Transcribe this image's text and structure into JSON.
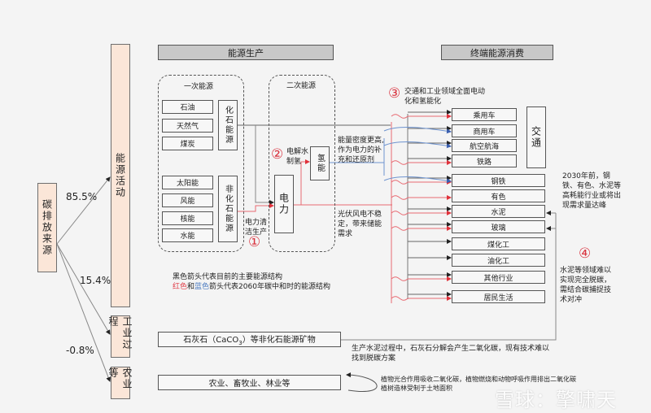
{
  "source": {
    "label": "碳排放来源"
  },
  "categories": [
    {
      "label": "能源活动",
      "share": "85.5%"
    },
    {
      "label": "工业过程",
      "share": "15.4%"
    },
    {
      "label": "农业等",
      "share": "-0.8%"
    }
  ],
  "headers": {
    "production": "能源生产",
    "consumption": "终端能源消费"
  },
  "primary_energy": {
    "title": "一次能源",
    "fossil": {
      "label": "化石能源",
      "items": [
        "石油",
        "天然气",
        "煤炭"
      ]
    },
    "non_fossil": {
      "label": "非化石能源",
      "items": [
        "太阳能",
        "风能",
        "核能",
        "水能"
      ]
    }
  },
  "secondary_energy": {
    "title": "二次能源",
    "electricity": "电力",
    "hydrogen": "氢能"
  },
  "annotations": {
    "circle1": "①",
    "clean_power": "电力清洁生产",
    "circle2": "②",
    "electrolysis": "电解水制氢",
    "circle3": "③",
    "transport_industry": "交通和工业领域全面电动化和氢能化",
    "hydrogen_note": "能量密度更高,作为电力的补充和还原剂",
    "pv_note": "光伏风电不稳定，带来储能需求",
    "peak_note": "2030年前，钢铁、有色、水泥等高耗能行业或将出现需求量达峰",
    "circle4": "④",
    "ccs_note": "水泥等领域难以实现完全脱碳，需结合碳捕捉技术对冲",
    "legend_black": "黑色箭头代表目前的主要能源结构",
    "legend_red": "红色",
    "legend_and": "和",
    "legend_blue": "蓝色",
    "legend_rest": "箭头代表2060年碳中和时的能源结构",
    "limestone_note": "生产水泥过程中，石灰石分解会产生二氧化碳，现有技术难以找到脱碳方案",
    "agri_note_1": "植物光合作用吸收二氧化碳，植物燃烧和动物呼吸作用排出二氧化碳",
    "agri_note_2": "植树造林受制于土地面积"
  },
  "consumption": {
    "transport_group": "交通",
    "items": [
      "乘用车",
      "商用车",
      "航空航海",
      "铁路",
      "钢铁",
      "有色",
      "水泥",
      "玻璃",
      "煤化工",
      "油化工",
      "其他行业",
      "居民生活"
    ]
  },
  "industrial_source": {
    "prefix": "石灰石（CaCO",
    "sub": "3",
    "suffix": "）等非化石能源矿物"
  },
  "agri_source": "农业、畜牧业、林业等",
  "watermark": "雪球：擎啸天",
  "colors": {
    "pink_fill": "#fbe6d8",
    "header_fill": "#c8c8c8",
    "red": "#e0404a",
    "blue": "#4a7ac0",
    "black": "#555555"
  }
}
